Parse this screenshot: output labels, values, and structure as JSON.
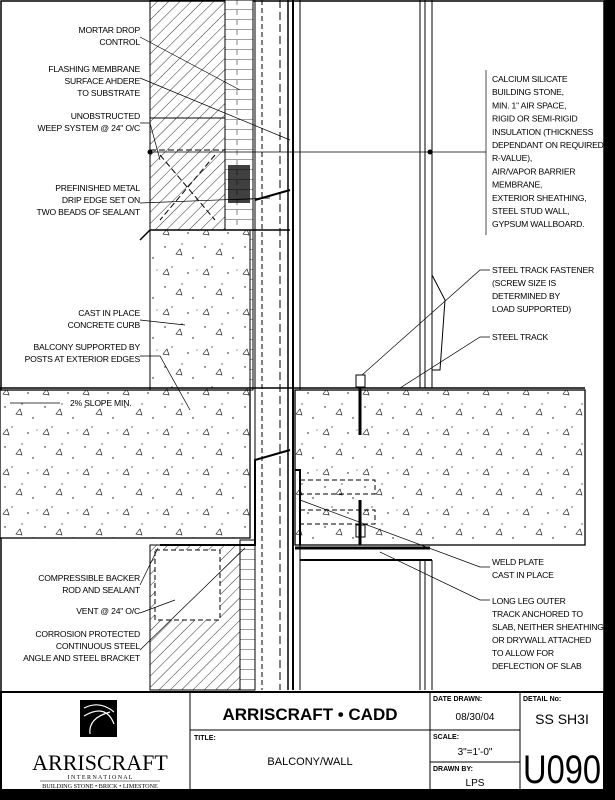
{
  "left_labels": {
    "mortar_drop": [
      "MORTAR DROP",
      "CONTROL"
    ],
    "flashing": [
      "FLASHING MEMBRANE",
      "SURFACE AHDERE",
      "TO SUBSTRATE"
    ],
    "weep": [
      "UNOBSTRUCTED",
      "WEEP SYSTEM @ 24\" O/C"
    ],
    "drip_edge": [
      "PREFINISHED METAL",
      "DRIP EDGE SET ON",
      "TWO BEADS OF SEALANT"
    ],
    "curb": [
      "CAST IN PLACE",
      "CONCRETE CURB"
    ],
    "balcony": [
      "BALCONY SUPPORTED BY",
      "POSTS AT EXTERIOR EDGES"
    ],
    "slope": "2% SLOPE MIN.",
    "backer": [
      "COMPRESSIBLE BACKER",
      "ROD AND SEALANT"
    ],
    "vent": "VENT @ 24\" O/C",
    "angle": [
      "CORROSION PROTECTED",
      "CONTINUOUS STEEL",
      "ANGLE AND STEEL BRACKET"
    ]
  },
  "right_labels": {
    "wall_assembly": [
      "CALCIUM SILICATE",
      "BUILDING STONE,",
      "MIN. 1\" AIR SPACE,",
      "RIGID OR SEMI-RIGID",
      "INSULATION (THICKNESS",
      "DEPENDANT ON REQUIRED",
      "R-VALUE),",
      "AIR/VAPOR BARRIER",
      "MEMBRANE,",
      "EXTERIOR SHEATHING,",
      "STEEL STUD WALL,",
      "GYPSUM WALLBOARD."
    ],
    "fastener": [
      "STEEL TRACK FASTENER",
      "(SCREW SIZE IS",
      "DETERMINED BY",
      "LOAD SUPPORTED)"
    ],
    "track": "STEEL TRACK",
    "weld_plate": [
      "WELD PLATE",
      "CAST IN PLACE"
    ],
    "long_leg": [
      "LONG LEG OUTER",
      "TRACK ANCHORED TO",
      "SLAB, NEITHER SHEATHING",
      "OR DRYWALL ATTACHED",
      "TO ALLOW FOR",
      "DEFLECTION OF SLAB"
    ]
  },
  "title_block": {
    "logo_name": "ARRISCRAFT",
    "logo_sub": "I N T E R N A T I O N A L",
    "logo_tagline": "BUILDING STONE • BRICK • LIMESTONE",
    "company": "ARRISCRAFT • CADD",
    "title_label": "TITLE:",
    "title": "BALCONY/WALL",
    "date_label": "DATE DRAWN:",
    "date": "08/30/04",
    "scale_label": "SCALE:",
    "scale": "3\"=1'-0\"",
    "drawn_label": "DRAWN BY:",
    "drawn": "LPS",
    "detail_label": "DETAIL No:",
    "detail_series": "SS SH3I",
    "detail_no": "U090"
  }
}
